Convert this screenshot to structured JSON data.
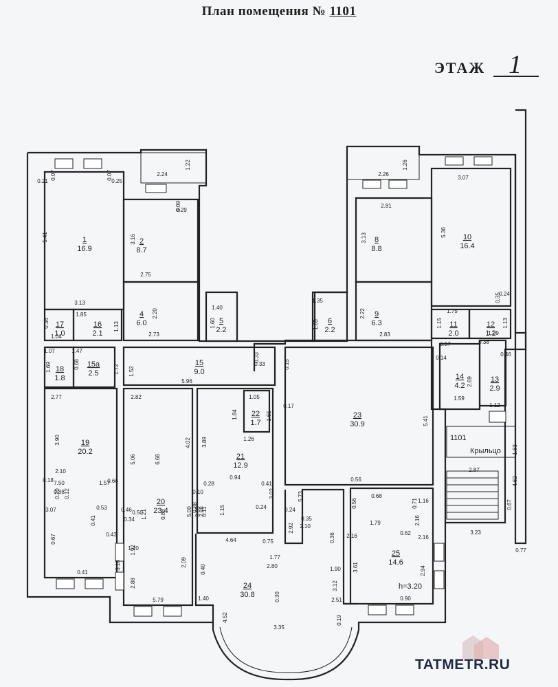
{
  "header": {
    "title_prefix": "План помещения №",
    "plan_number": "1101",
    "floor_label": "ЭТАЖ",
    "floor_number": "1"
  },
  "rooms": [
    {
      "id": "r1",
      "num": "1",
      "area": "16.9"
    },
    {
      "id": "r2",
      "num": "2",
      "area": "8.7"
    },
    {
      "id": "r4",
      "num": "4",
      "area": "6.0"
    },
    {
      "id": "r5",
      "num": "5",
      "area": "2.2"
    },
    {
      "id": "r6",
      "num": "6",
      "area": "2.2"
    },
    {
      "id": "r8",
      "num": "8",
      "area": "8.8"
    },
    {
      "id": "r9",
      "num": "9",
      "area": "6.3"
    },
    {
      "id": "r10",
      "num": "10",
      "area": "16.4"
    },
    {
      "id": "r11",
      "num": "11",
      "area": "2.0"
    },
    {
      "id": "r12",
      "num": "12",
      "area": "1.2"
    },
    {
      "id": "r13",
      "num": "13",
      "area": "2.9"
    },
    {
      "id": "r14",
      "num": "14",
      "area": "4.2"
    },
    {
      "id": "r15a",
      "num": "15а",
      "area": "2.5"
    },
    {
      "id": "r16",
      "num": "16",
      "area": "2.1"
    },
    {
      "id": "r17",
      "num": "17",
      "area": "1.0"
    },
    {
      "id": "r18",
      "num": "18",
      "area": "1.8"
    },
    {
      "id": "r19",
      "num": "19",
      "area": "20.2"
    },
    {
      "id": "r20",
      "num": "20",
      "area": "23.4"
    },
    {
      "id": "r21",
      "num": "21",
      "area": "12.9"
    },
    {
      "id": "r22",
      "num": "22",
      "area": "1.7"
    },
    {
      "id": "r23",
      "num": "23",
      "area": "30.9"
    },
    {
      "id": "r24",
      "num": "24",
      "area": "30.8"
    },
    {
      "id": "r25",
      "num": "25",
      "area": "14.6"
    },
    {
      "id": "r15",
      "num": "15",
      "area": "9.0"
    }
  ],
  "porch": {
    "code": "1101",
    "name": "Крыльцо"
  },
  "ceiling_height": "h=3.20",
  "dims": [
    "0.21",
    "0.07",
    "0.07",
    "0.25",
    "2.24",
    "1.22",
    "0.09",
    "0.29",
    "5.41",
    "3.16",
    "2.75",
    "3.13",
    "2.20",
    "1.40",
    "1.60",
    "1.35",
    "1.65",
    "2.26",
    "1.26",
    "3.07",
    "2.81",
    "5.36",
    "3.13",
    "2.22",
    "0.35",
    "0.24",
    "1.75",
    "1.15",
    "1.13",
    "1.09",
    "0.36",
    "1.85",
    "1.13",
    "1.04",
    "2.73",
    "0.33",
    "0.33",
    "0.15",
    "2.83",
    "0.57",
    "0.14",
    "0.38",
    "0.46",
    "1.07",
    "1.47",
    "1.69",
    "0.68",
    "1.72",
    "1.52",
    "5.96",
    "2.69",
    "2.77",
    "2.82",
    "1.05",
    "1.84",
    "1.65",
    "0.17",
    "1.59",
    "1.12",
    "3.90",
    "5.06",
    "6.68",
    "4.02",
    "3.89",
    "1.26",
    "5.41",
    "1.83",
    "2.87",
    "4.62",
    "2.10",
    "7.50",
    "1.57",
    "0.18",
    "0.20",
    "0.66",
    "0.10",
    "0.28",
    "0.41",
    "0.94",
    "0.56",
    "3.02",
    "5.73",
    "0.68",
    "0.53",
    "3.07",
    "0.46",
    "0.50",
    "0.24",
    "0.24",
    "0.56",
    "0.71",
    "1.16",
    "0.41",
    "0.34",
    "1.15",
    "0.35",
    "1.79",
    "2.16",
    "2.16",
    "0.67",
    "0.67",
    "0.43",
    "2.10",
    "2.92",
    "0.62",
    "2.16",
    "1.92",
    "4.64",
    "0.75",
    "0.36",
    "3.23",
    "0.77",
    "3.18",
    "2.09",
    "0.40",
    "1.77",
    "3.61",
    "2.94",
    "0.41",
    "2.88",
    "2.80",
    "3.12",
    "1.90",
    "5.79",
    "1.40",
    "0.30",
    "2.51",
    "0.90",
    "4.52",
    "0.19",
    "3.35",
    "1.20",
    "1.21",
    "5.00",
    "0.35",
    "0.11",
    "0.88",
    "0.88",
    "0.88",
    "0.12",
    "2.88",
    "7.50",
    "0.10",
    "0.12"
  ],
  "watermark": "TATMETR.RU"
}
